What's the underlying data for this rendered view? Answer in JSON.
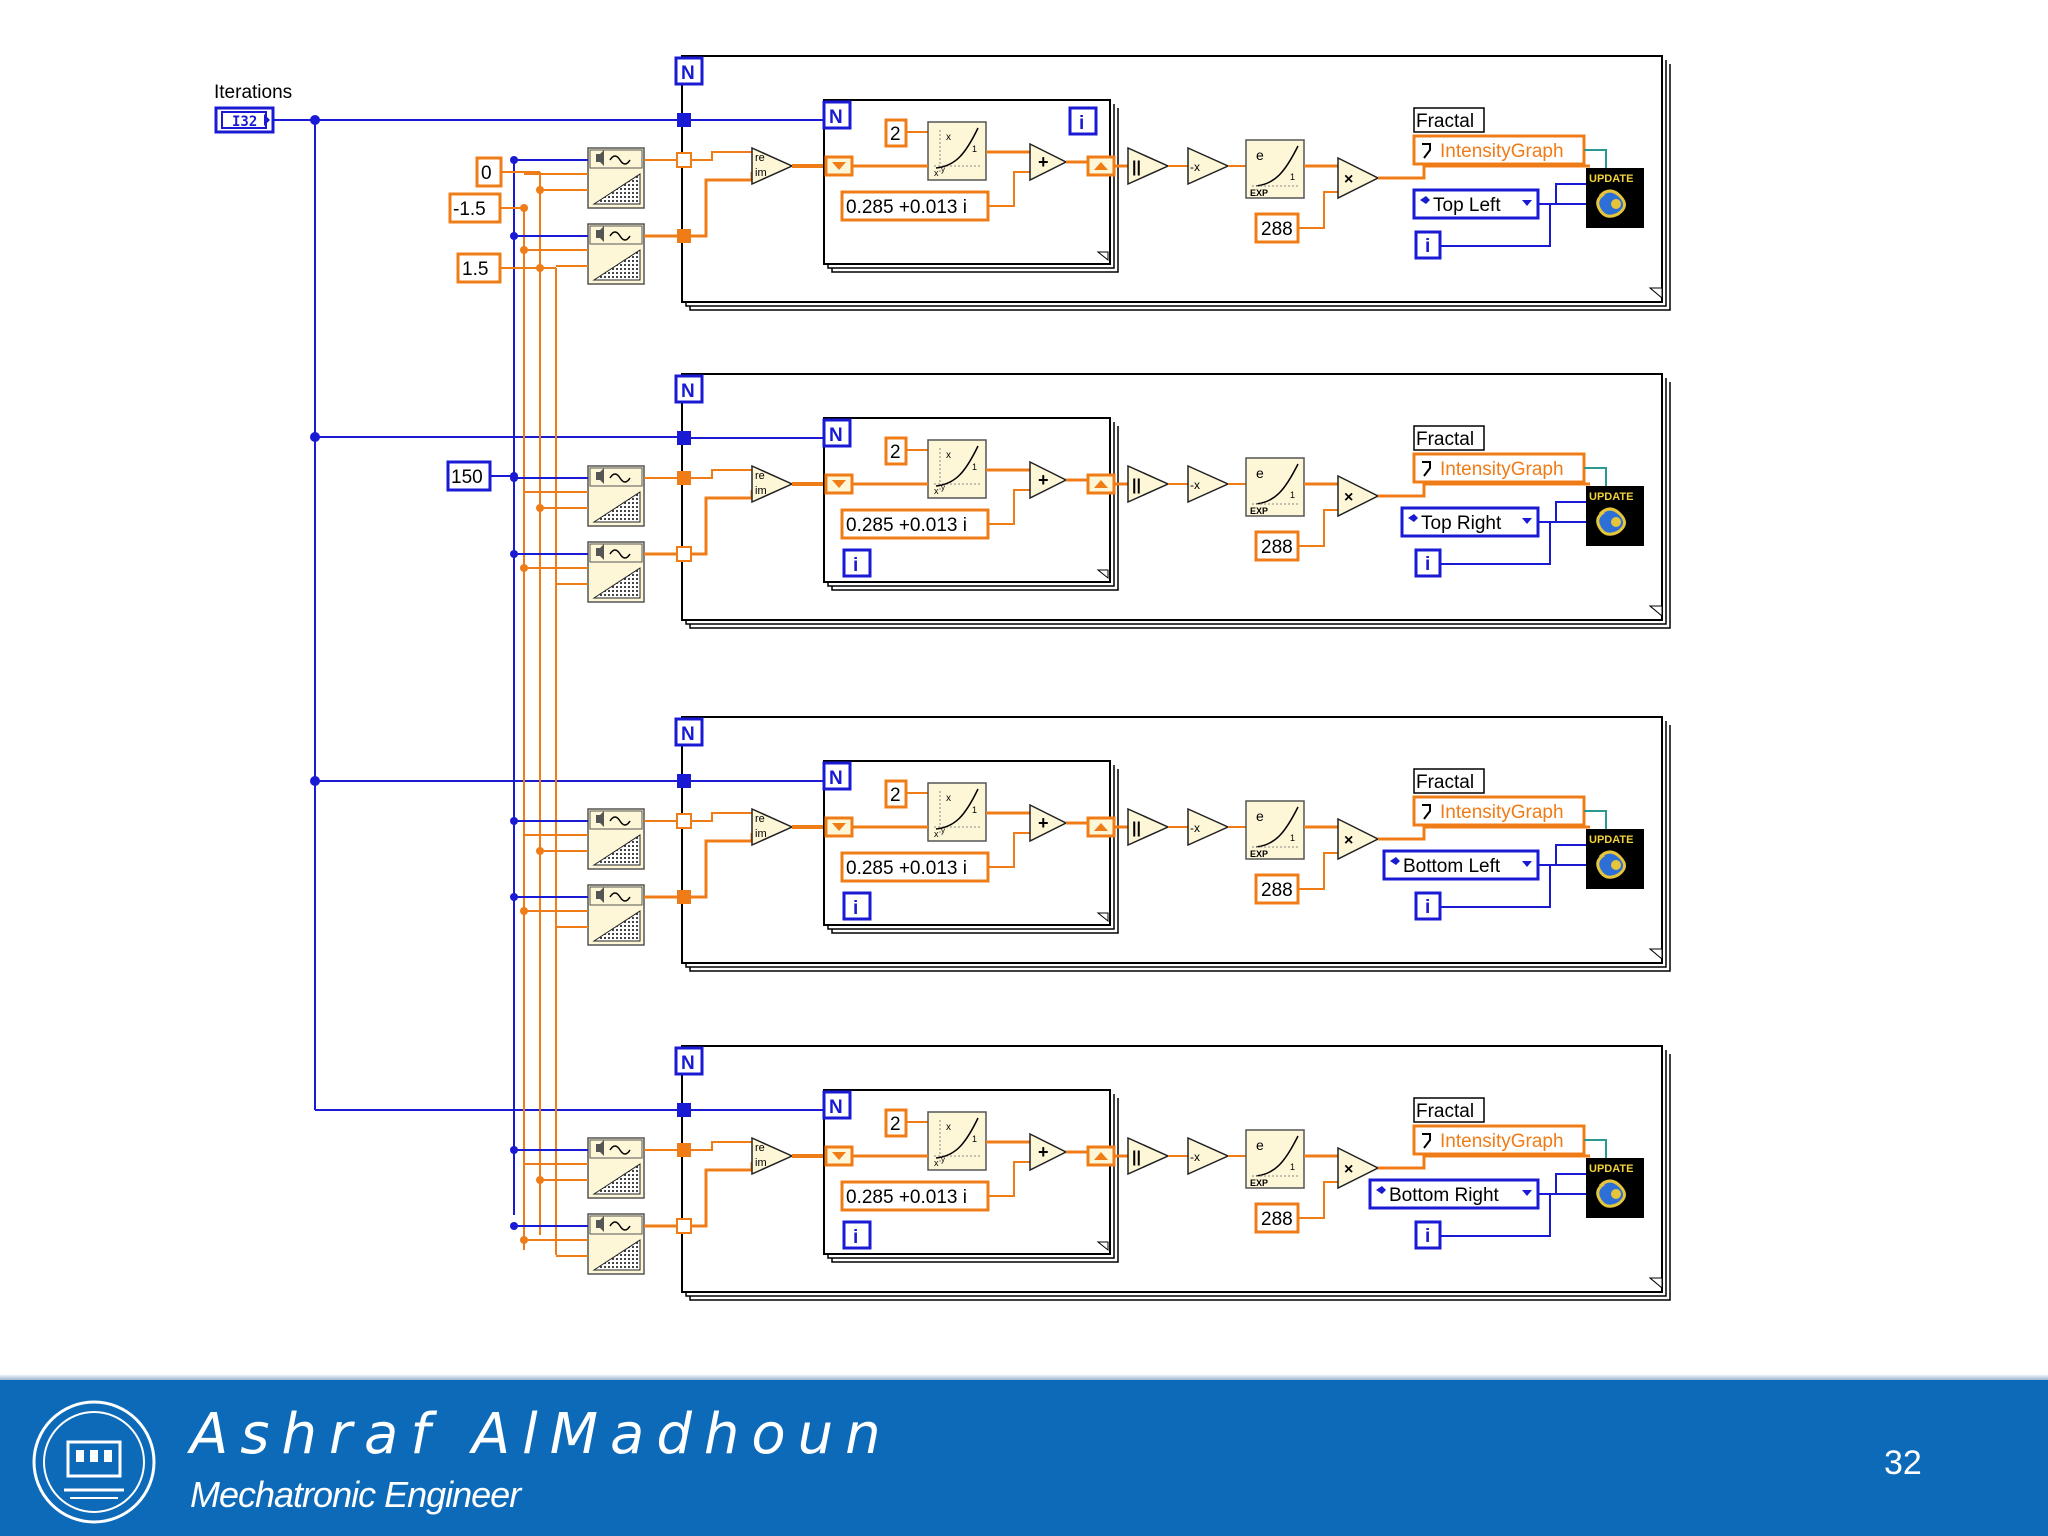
{
  "iterations_label": "Iterations",
  "iterations_type": "I32",
  "constants": {
    "zero": "0",
    "neg": "-1.5",
    "pos": "1.5",
    "size": "150"
  },
  "loop_marker": "N",
  "iteration_marker": "i",
  "exponent": "2",
  "complex_constant": "0.285 +0.013 i",
  "scale": "288",
  "fractal_label": "Fractal",
  "graph_ref": "IntensityGraph",
  "update_label": "UPDATE",
  "re_label": "re",
  "im_label": "im",
  "exp_label": "EXP",
  "panels": [
    {
      "quadrant": "Top Left"
    },
    {
      "quadrant": "Top Right"
    },
    {
      "quadrant": "Bottom Left"
    },
    {
      "quadrant": "Bottom Right"
    }
  ],
  "colors": {
    "orange": "#f07c18",
    "blue": "#1a1ad4",
    "icon_fill": "#fdf7d8"
  },
  "footer": {
    "name": "Ashraf AlMadhoun",
    "role": "Mechatronic Engineer",
    "page": "32"
  }
}
